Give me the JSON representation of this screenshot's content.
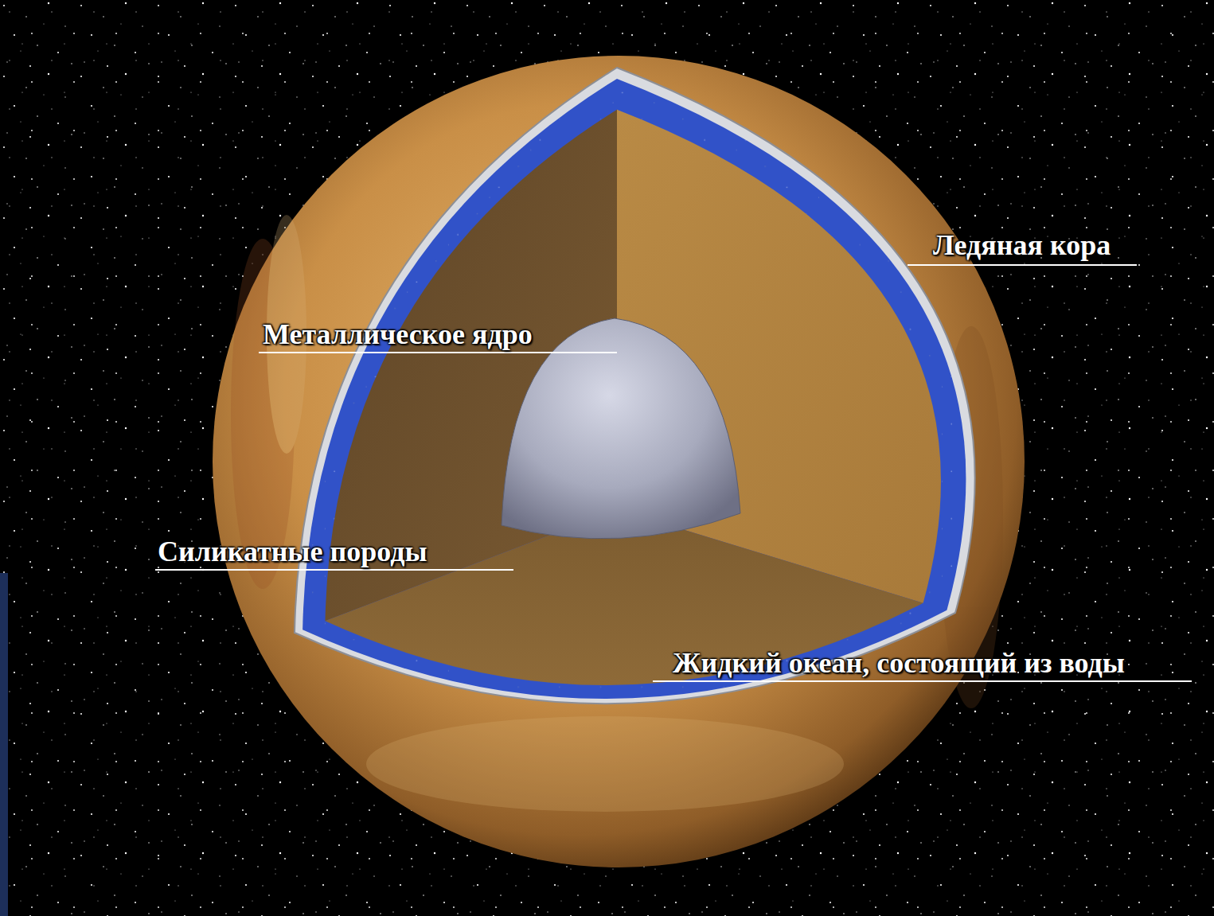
{
  "diagram": {
    "labels": [
      "Ледяная кора",
      "Металлическое ядро",
      "Силикатные породы",
      "Жидкий океан, состоящий из воды"
    ]
  }
}
